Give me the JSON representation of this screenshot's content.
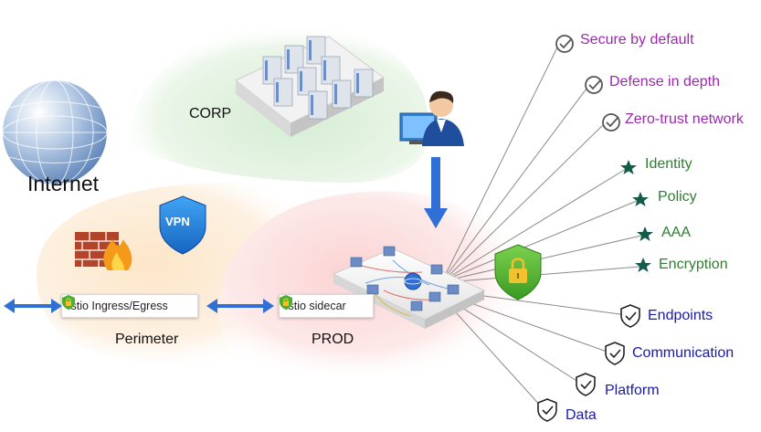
{
  "zones": {
    "internet": "Internet",
    "corp": "CORP",
    "perimeter": "Perimeter",
    "prod": "PROD"
  },
  "vpn_label": "VPN",
  "badges": {
    "ingress": "Istio Ingress/Egress",
    "sidecar": "Istio sidecar"
  },
  "principles": [
    {
      "label": "Secure by default",
      "icon": "check-circle-icon",
      "color": "#9c27b0"
    },
    {
      "label": "Defense in depth",
      "icon": "check-circle-icon",
      "color": "#9c27b0"
    },
    {
      "label": "Zero-trust network",
      "icon": "check-circle-icon",
      "color": "#9c27b0"
    }
  ],
  "features": [
    {
      "label": "Identity",
      "icon": "star-icon",
      "color": "#2e7d32"
    },
    {
      "label": "Policy",
      "icon": "star-icon",
      "color": "#2e7d32"
    },
    {
      "label": "AAA",
      "icon": "star-icon",
      "color": "#2e7d32"
    },
    {
      "label": "Encryption",
      "icon": "star-icon",
      "color": "#2e7d32"
    }
  ],
  "targets": [
    {
      "label": "Endpoints",
      "icon": "shield-check-icon",
      "color": "#1a1aa8"
    },
    {
      "label": "Communication",
      "icon": "shield-check-icon",
      "color": "#1a1aa8"
    },
    {
      "label": "Platform",
      "icon": "shield-check-icon",
      "color": "#1a1aa8"
    },
    {
      "label": "Data",
      "icon": "shield-check-icon",
      "color": "#1a1aa8"
    }
  ],
  "colors": {
    "arrow": "#2f6fd6",
    "shield_green": "#4caf2f",
    "vpn_blue": "#1e88e5",
    "lock_gold": "#f2c12e"
  }
}
